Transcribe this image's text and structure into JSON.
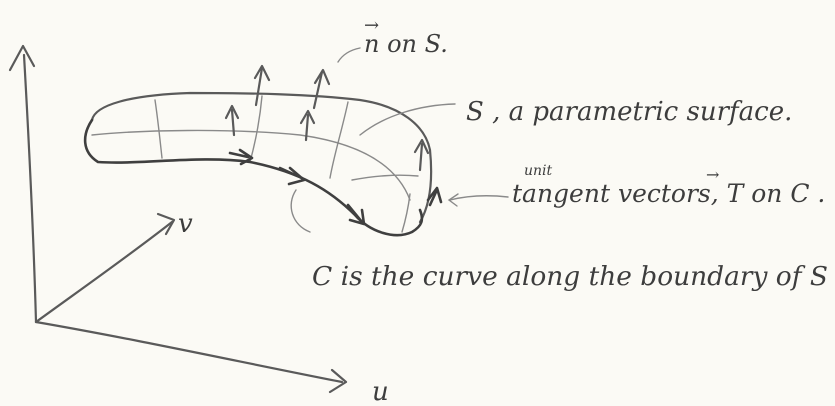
{
  "axes": {
    "u_label": "u",
    "v_label": "v"
  },
  "labels": {
    "normal": "n on S.",
    "normal_symbol": "→",
    "surface": "S , a parametric surface.",
    "tangent_sup": "unit",
    "tangent": "tangent vectors, T on C .",
    "tangent_symbol": "→",
    "curve": "C is the curve along the boundary of S"
  }
}
